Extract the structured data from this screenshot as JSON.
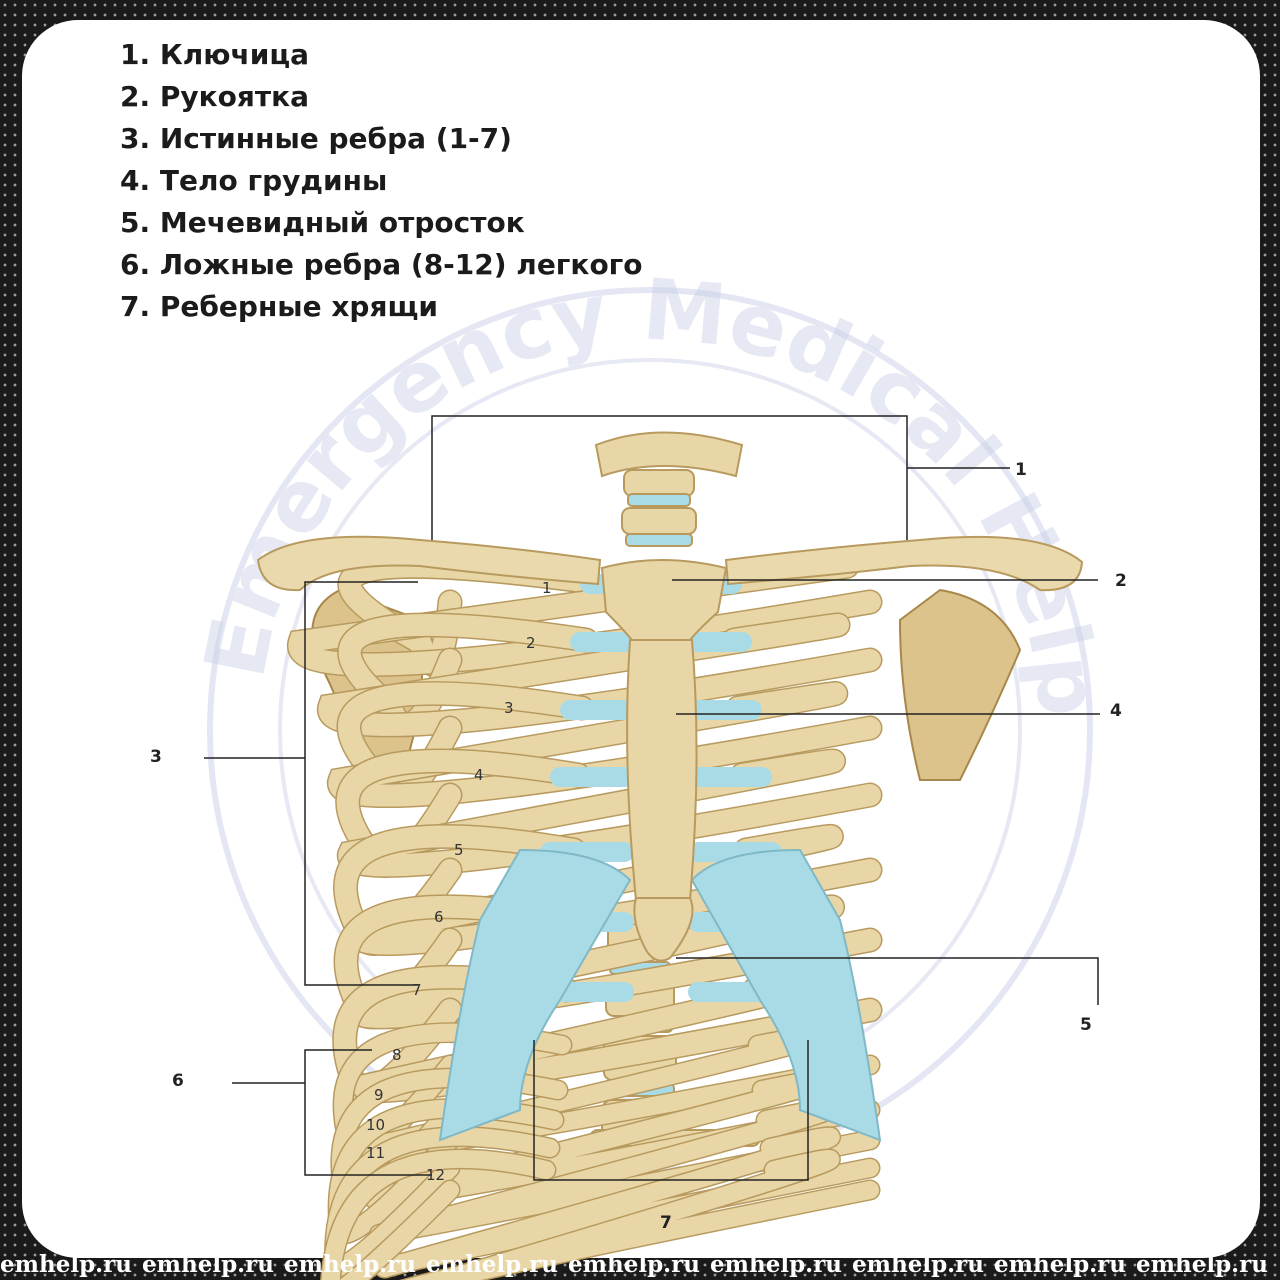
{
  "legend": {
    "items": [
      "1. Ключица",
      "2. Рукоятка",
      "3. Истинные ребра (1-7)",
      "4. Тело грудины",
      "5. Мечевидный отросток",
      "6. Ложные ребра (8-12) легкого",
      "7. Реберные хрящи"
    ]
  },
  "callouts": [
    "1",
    "2",
    "3",
    "4",
    "5",
    "6",
    "7"
  ],
  "rib_numbers": [
    "1",
    "2",
    "3",
    "4",
    "5",
    "6",
    "7",
    "8",
    "9",
    "10",
    "11",
    "12"
  ],
  "watermark": {
    "text": "Emergency Medical Help"
  },
  "footer": {
    "text": "emhelp.ru",
    "repeat": 9
  },
  "colors": {
    "bone": "#e8d6a7",
    "bone_outline": "#b89a5e",
    "cartilage": "#a9dbe6",
    "frame": "#1a1a1a"
  }
}
